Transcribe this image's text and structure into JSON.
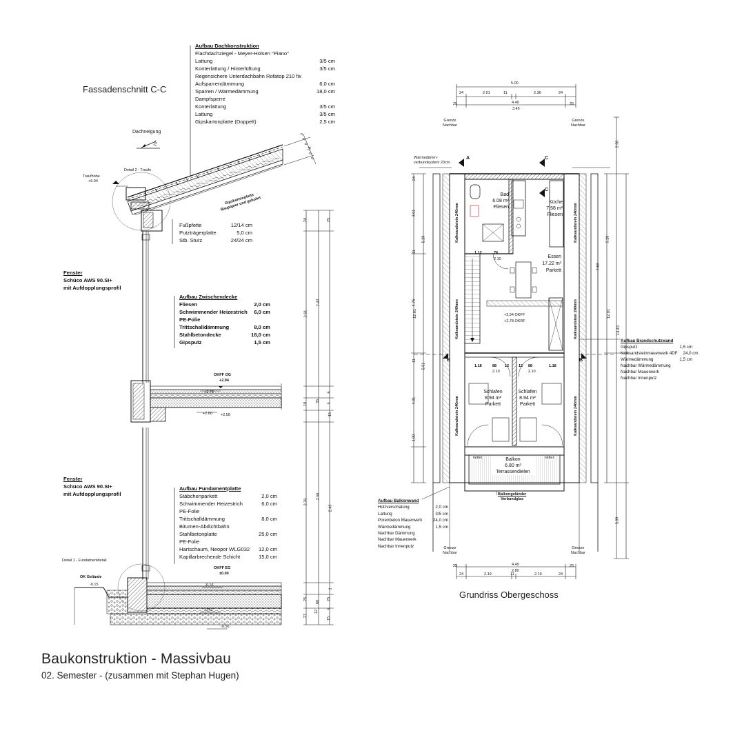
{
  "footer": {
    "title": "Baukonstruktion - Massivbau",
    "subtitle": "02. Semester - (zusammen mit Stephan Hugen)"
  },
  "section": {
    "title": "Fassadenschnitt C-C",
    "roof_slope_label": "Dachneigung",
    "roof_slope_value": "15°",
    "detail2_label": "Detail 2 - Traufe",
    "eaves_label": "Traufhöhe",
    "eaves_value": "+6.04",
    "detail1_label": "Detail 1 - Fundamentdetail",
    "ok_gelaende_label": "OK Gelände",
    "ok_gelaende_value": "-0.15",
    "okff_og_label": "OKFF OG",
    "okff_og_value": "+2.94",
    "okff_eg_label": "OKFF EG",
    "okff_eg_value": "±0.00",
    "levels": [
      "+2.78",
      "+2.60",
      "+2.58",
      "-0.16",
      "-0.41",
      "-0.56"
    ],
    "vertical_dims_outer": [
      "24",
      "2.61",
      "18",
      "2.76",
      "25",
      "27"
    ],
    "vertical_dims_mid": [
      "2.43",
      "35",
      "2.58",
      "2.43",
      "68"
    ],
    "vertical_dims_inner": [
      "25",
      "6",
      "5",
      "15",
      "1",
      "25",
      "5",
      "12",
      "15"
    ],
    "roof_layer_dims": [
      "3",
      "3",
      "6",
      "18",
      "3",
      "3"
    ],
    "insulation_note": "Gipskartonplatte\nBaupapier und gebohrt",
    "roof_spec": {
      "title": "Aufbau Dachkonstruktion",
      "rows": [
        {
          "label": "Flachdachziegel - Meyer-Holsen \"Piano\"",
          "value": ""
        },
        {
          "label": "Lattung",
          "value": "3/5 cm"
        },
        {
          "label": "Konterlattung / Hinterlüftung",
          "value": "3/5 cm"
        },
        {
          "label": "Regensichere Unterdachbahn Rofatop 210 fix",
          "value": ""
        },
        {
          "label": "Aufsparrendämmung",
          "value": "6,0 cm"
        },
        {
          "label": "Sparren / Wärmedämmung",
          "value": "18,0 cm"
        },
        {
          "label": "Dampfsperre",
          "value": ""
        },
        {
          "label": "Konterlattung",
          "value": "3/5 cm"
        },
        {
          "label": "Lattung",
          "value": "3/5 cm"
        },
        {
          "label": "Gipskartonplatte (Doppelt)",
          "value": "2,5 cm"
        }
      ]
    },
    "eaves_spec": {
      "rows": [
        {
          "label": "Fußpfette",
          "value": "12/14 cm"
        },
        {
          "label": "Putzträgerplatte",
          "value": "5,0 cm"
        },
        {
          "label": "Stb. Sturz",
          "value": "24/24 cm"
        }
      ]
    },
    "window_upper": {
      "title": "Fenster",
      "lines": [
        "Schüco AWS 90.SI+",
        "mit Aufdopplungsprofil"
      ]
    },
    "window_lower": {
      "title": "Fenster",
      "lines": [
        "Schüco AWS 90.SI+",
        "mit Aufdopplungsprofil"
      ]
    },
    "floor_spec": {
      "title": "Aufbau Zwischendecke",
      "rows": [
        {
          "label": "Fliesen",
          "value": "2,0 cm"
        },
        {
          "label": "Schwimmender Heizestrich",
          "value": "6,0 cm"
        },
        {
          "label": "PE-Folie",
          "value": ""
        },
        {
          "label": "Trittschalldämmung",
          "value": "8,0 cm"
        },
        {
          "label": "Stahlbetondecke",
          "value": "18,0 cm"
        },
        {
          "label": "Gipsputz",
          "value": "1,5 cm"
        }
      ]
    },
    "foundation_spec": {
      "title": "Aufbau Fundamentplatte",
      "rows": [
        {
          "label": "Stäbchenparkett",
          "value": "2,0 cm"
        },
        {
          "label": "Schwimmender Heizestrich",
          "value": "6,0 cm"
        },
        {
          "label": "PE-Folie",
          "value": ""
        },
        {
          "label": "Trittschalldämmung",
          "value": "8,0 cm"
        },
        {
          "label": "Bitumen-Abdichtbahn",
          "value": ""
        },
        {
          "label": "Stahlbetonplatte",
          "value": "25,0 cm"
        },
        {
          "label": "PE-Folie",
          "value": ""
        },
        {
          "label": "Hartschaum, Neopor WLG032",
          "value": "12,0 cm"
        },
        {
          "label": "Kapillarbrechende Schicht",
          "value": "15,0 cm"
        }
      ]
    }
  },
  "plan": {
    "title": "Grundriss Obergeschoss",
    "top_dims": {
      "overall": "5.00",
      "segments": [
        "24",
        "2.01",
        "11",
        "2.36",
        "24"
      ],
      "inner": "4.49",
      "inner_sub": "3.45",
      "edge": "25"
    },
    "bottom_dims": {
      "inner": "4.49",
      "inner_sub": "2.80",
      "segments": [
        "24",
        "2.19",
        "11",
        "2.19",
        "24"
      ],
      "edge": "25"
    },
    "grenze_labels": [
      "Grenze",
      "Nachbar"
    ],
    "left_note": [
      "Wärmedämm-",
      "verbundsystem 20cm"
    ],
    "section_marks": [
      "A",
      "B",
      "C"
    ],
    "rooms": [
      {
        "name": "Bad",
        "area": "6.08 m²",
        "floor": "Fliesen"
      },
      {
        "name": "Küche",
        "area": "7.58 m²",
        "floor": "Fliesen"
      },
      {
        "name": "Essen",
        "area": "17.22 m²",
        "floor": "Parkett"
      },
      {
        "name": "Schlafen",
        "area": "8.94 m²",
        "floor": "Parkett"
      },
      {
        "name": "Schlafen",
        "area": "8.94 m²",
        "floor": "Parkett"
      },
      {
        "name": "Balkon",
        "area": "6.80 m²",
        "floor": "Terrassendielen"
      }
    ],
    "levels": [
      "+2,94 OKFF",
      "+2,78 OKRF"
    ],
    "gitter_labels": [
      "Gitter",
      "Gitter"
    ],
    "balcony_rail": [
      "Balkongeländer",
      "Verbundglas"
    ],
    "wall_labels": [
      "Kalksandstein 240mm",
      "Kalksandstein 240mm"
    ],
    "left_dims": [
      "3.01",
      "11",
      "4.76",
      "11",
      "4.01",
      "1.00",
      "24",
      "5.28",
      "12.01",
      "5.51"
    ],
    "right_dims": [
      "2.50",
      "5.28",
      "7.69",
      "12.01",
      "14.43",
      "3.09"
    ],
    "door_dims": [
      "1.18",
      "88",
      "12",
      "12",
      "88",
      "1.18",
      "2.10",
      "2.10"
    ],
    "kitchen_dims": [
      "1.12",
      "76",
      "2.10"
    ],
    "wall_spec": {
      "title": "Aufbau Brandschutzwand",
      "rows": [
        {
          "label": "Gipsputz",
          "value": "1,5 cm"
        },
        {
          "label": "Kalksandsteinmauerwerk 4DF",
          "value": "24,0 cm"
        },
        {
          "label": "Wärmedämmung",
          "value": "1,5 cm"
        },
        {
          "label": "Nachbar Wärmedämmung",
          "value": ""
        },
        {
          "label": "Nachbar Mauerwerk",
          "value": ""
        },
        {
          "label": "Nachbar Innenputz",
          "value": ""
        }
      ]
    },
    "balcony_wall_spec": {
      "title": "Aufbau Balkonwand",
      "rows": [
        {
          "label": "Holzverschalung",
          "value": "2,0 cm"
        },
        {
          "label": "Lattung",
          "value": "3/5 cm"
        },
        {
          "label": "Porenbeton Mauerwerk",
          "value": "24,0 cm"
        },
        {
          "label": "Wärmedämmung",
          "value": "1,5 cm"
        },
        {
          "label": "Nachbar Dämmung",
          "value": ""
        },
        {
          "label": "Nachbar Mauerwerk",
          "value": ""
        },
        {
          "label": "Nachbar Innenputz",
          "value": ""
        }
      ]
    }
  }
}
